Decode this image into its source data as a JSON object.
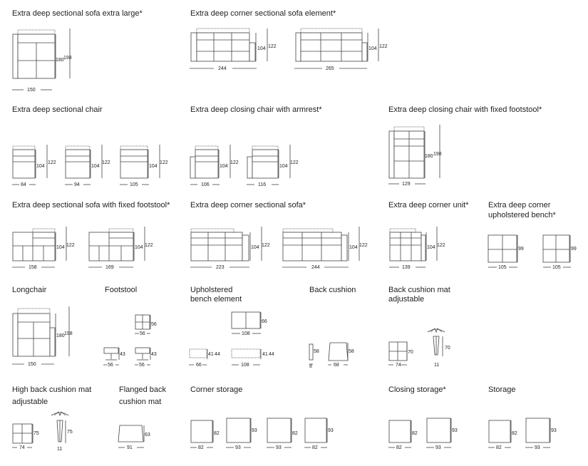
{
  "titles": {
    "sofa_xl": "Extra deep sectional sofa extra large*",
    "corner_element": "Extra deep corner sectional sofa element*",
    "chair": "Extra deep sectional chair",
    "closing_armrest": "Extra deep closing chair with armrest*",
    "closing_footstool": "Extra deep closing chair with fixed footstool*",
    "sofa_footstool": "Extra deep sectional sofa with fixed footstool*",
    "corner_sofa": "Extra deep corner sectional sofa*",
    "corner_unit": "Extra deep corner unit*",
    "corner_bench_1": "Extra deep corner",
    "corner_bench_2": "upholstered bench*",
    "longchair": "Longchair",
    "footstool": "Footstool",
    "bench_1": "Upholstered",
    "bench_2": "bench element",
    "back_cushion": "Back cushion",
    "mat_adj_1": "Back cushion mat",
    "mat_adj_2": "adjustable",
    "hb_mat_1": "High back cushion mat",
    "hb_mat_2": "adjustable",
    "flanged_1": "Flanged back",
    "flanged_2": "cushion mat",
    "corner_storage": "Corner storage",
    "closing_storage": "Closing storage*",
    "storage": "Storage"
  },
  "dims": {
    "d150": "150",
    "d180": "180",
    "d198": "198",
    "d104": "104",
    "d122": "122",
    "d244": "244",
    "d265": "265",
    "d84": "84",
    "d94": "94",
    "d105": "105",
    "d106": "106",
    "d116": "116",
    "d129": "129",
    "d158": "158",
    "d169": "169",
    "d223": "223",
    "d139": "139",
    "d99": "99",
    "d56": "56",
    "d43": "43",
    "d66": "66",
    "d108": "108",
    "d41": "41",
    "d44": "44",
    "d58": "58",
    "d8": "8",
    "d68": "68",
    "d70": "70",
    "d74": "74",
    "d11": "11",
    "d75": "75",
    "d63": "63",
    "d91": "91",
    "d82": "82",
    "d93": "93"
  },
  "colors": {
    "line": "#444444",
    "text": "#222222",
    "background": "#ffffff"
  }
}
